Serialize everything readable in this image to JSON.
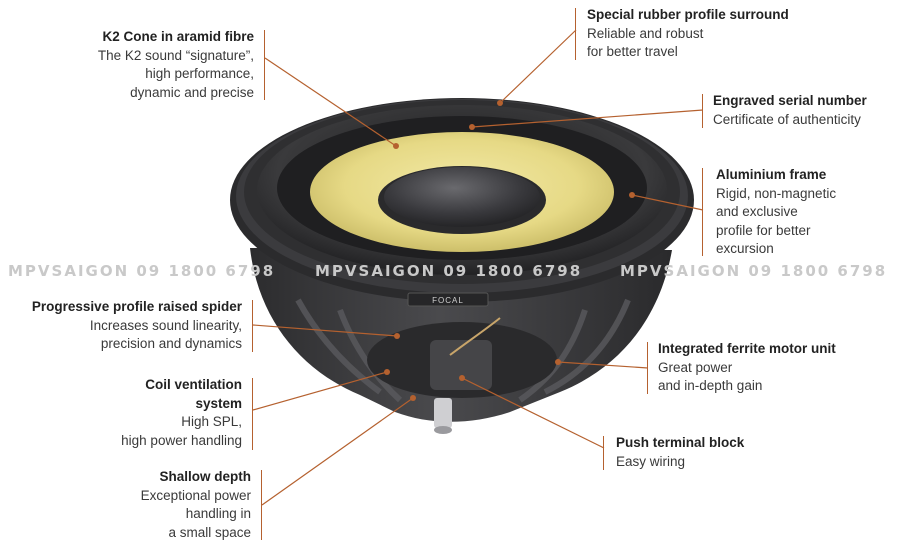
{
  "callouts": [
    {
      "id": "k2cone",
      "title": "K2 Cone in aramid fibre",
      "lines": [
        "The K2 sound “signature”,",
        "high performance,",
        "dynamic and precise"
      ]
    },
    {
      "id": "surround",
      "title": "Special rubber profile surround",
      "lines": [
        "Reliable and robust",
        "for better travel"
      ]
    },
    {
      "id": "serial",
      "title": "Engraved serial number",
      "lines": [
        "Certificate of authenticity"
      ]
    },
    {
      "id": "frame",
      "title": "Aluminium frame",
      "lines": [
        "Rigid, non-magnetic",
        "and exclusive",
        "profile for better",
        "excursion"
      ]
    },
    {
      "id": "spider",
      "title": "Progressive profile raised spider",
      "lines": [
        "Increases sound linearity,",
        "precision and dynamics"
      ]
    },
    {
      "id": "motor",
      "title": "Integrated ferrite motor unit",
      "lines": [
        "Great power",
        "and in-depth gain"
      ]
    },
    {
      "id": "coil",
      "title": "Coil ventilation system",
      "lines": [
        "High SPL,",
        "high power handling"
      ]
    },
    {
      "id": "terminal",
      "title": "Push terminal block",
      "lines": [
        "Easy wiring"
      ]
    },
    {
      "id": "shallow",
      "title": "Shallow depth",
      "lines": [
        "Exceptional power",
        "handling in",
        "a small space"
      ]
    }
  ],
  "brand_badge": "FOCAL",
  "watermark": [
    "MPVSAIGON 09 1800 6798",
    "MPVSAIGON 09 1800 6798",
    "MPVSAIGON 09 1800 6798"
  ],
  "colors": {
    "leader": "#b5612f",
    "cone": "#e8dc8c",
    "rubber": "#2e2e30",
    "frame": "#3a3a3d"
  }
}
